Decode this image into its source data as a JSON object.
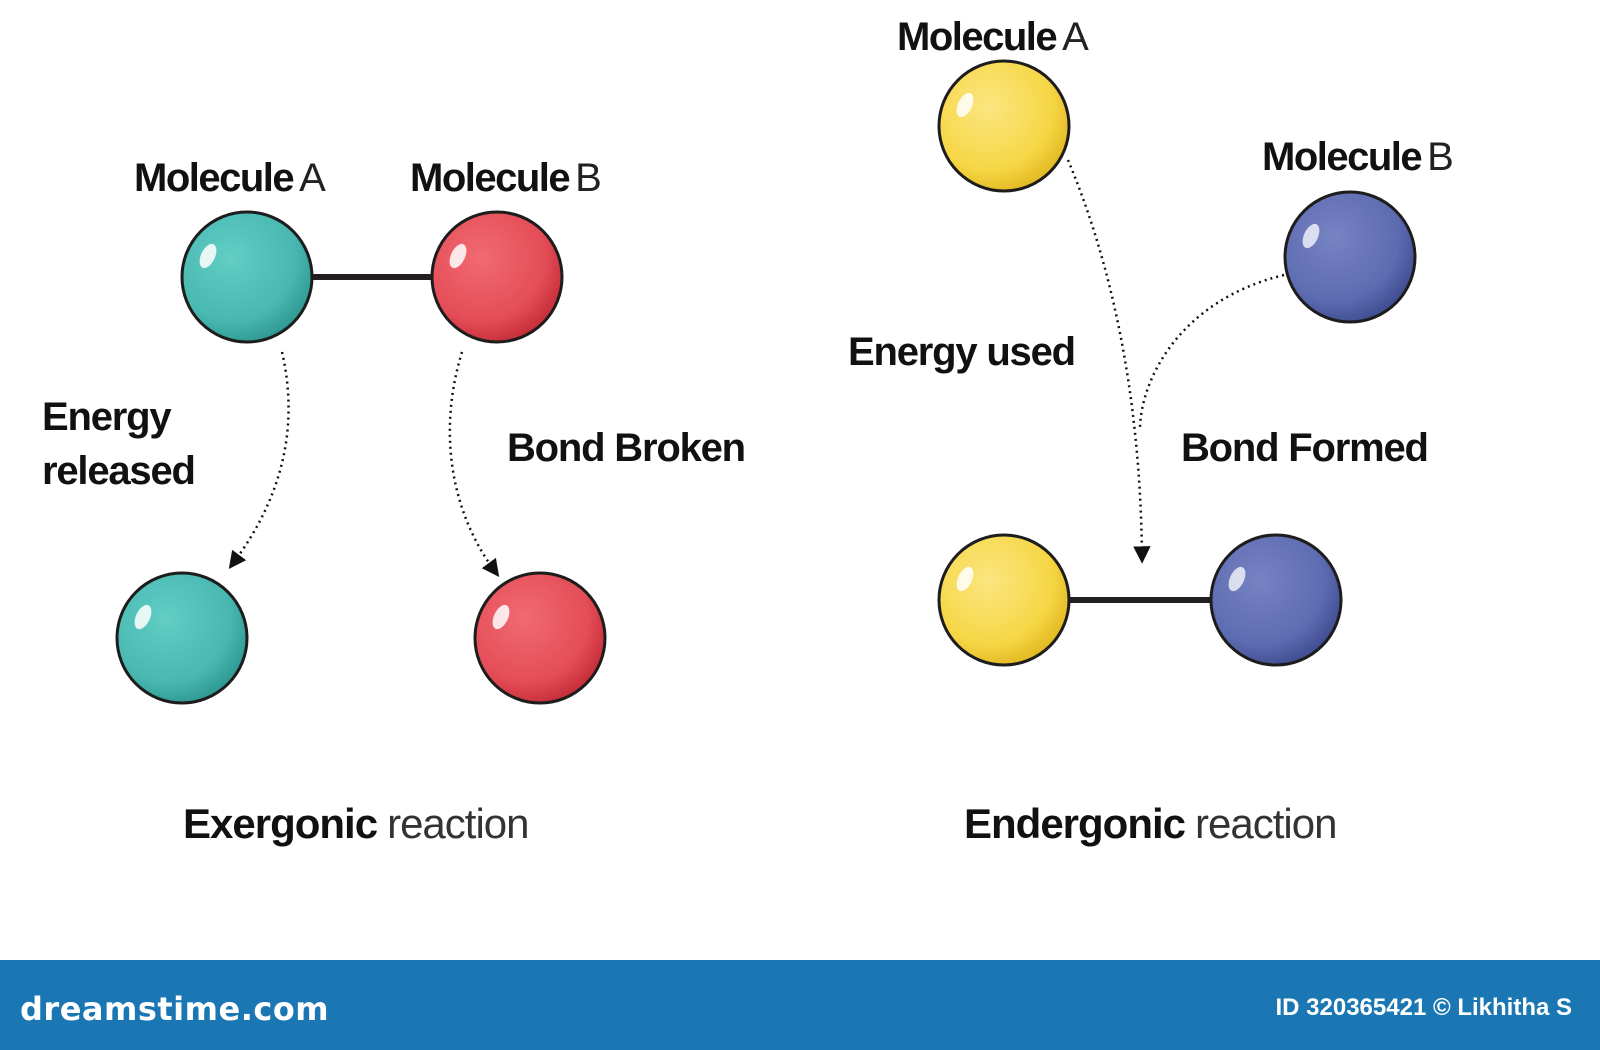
{
  "exergonic": {
    "molecule_a": {
      "word": "Molecule",
      "letter": "A"
    },
    "molecule_b": {
      "word": "Molecule",
      "letter": "B"
    },
    "energy_label_line1": "Energy",
    "energy_label_line2": "released",
    "bond_label": "Bond Broken",
    "title_bold": "Exergonic",
    "title_rest": "reaction"
  },
  "endergonic": {
    "molecule_a": {
      "word": "Molecule",
      "letter": "A"
    },
    "molecule_b": {
      "word": "Molecule",
      "letter": "B"
    },
    "energy_label": "Energy used",
    "bond_label": "Bond Formed",
    "title_bold": "Endergonic",
    "title_rest": "reaction"
  },
  "footer": {
    "brand": "dreamstime.com",
    "image_id": "ID 320365421 © Likhitha S"
  },
  "colors": {
    "teal": "#4cbdb5",
    "red": "#e8505b",
    "yellow": "#f7d84a",
    "blue": "#5f6db3",
    "footer": "#1b77b3"
  }
}
